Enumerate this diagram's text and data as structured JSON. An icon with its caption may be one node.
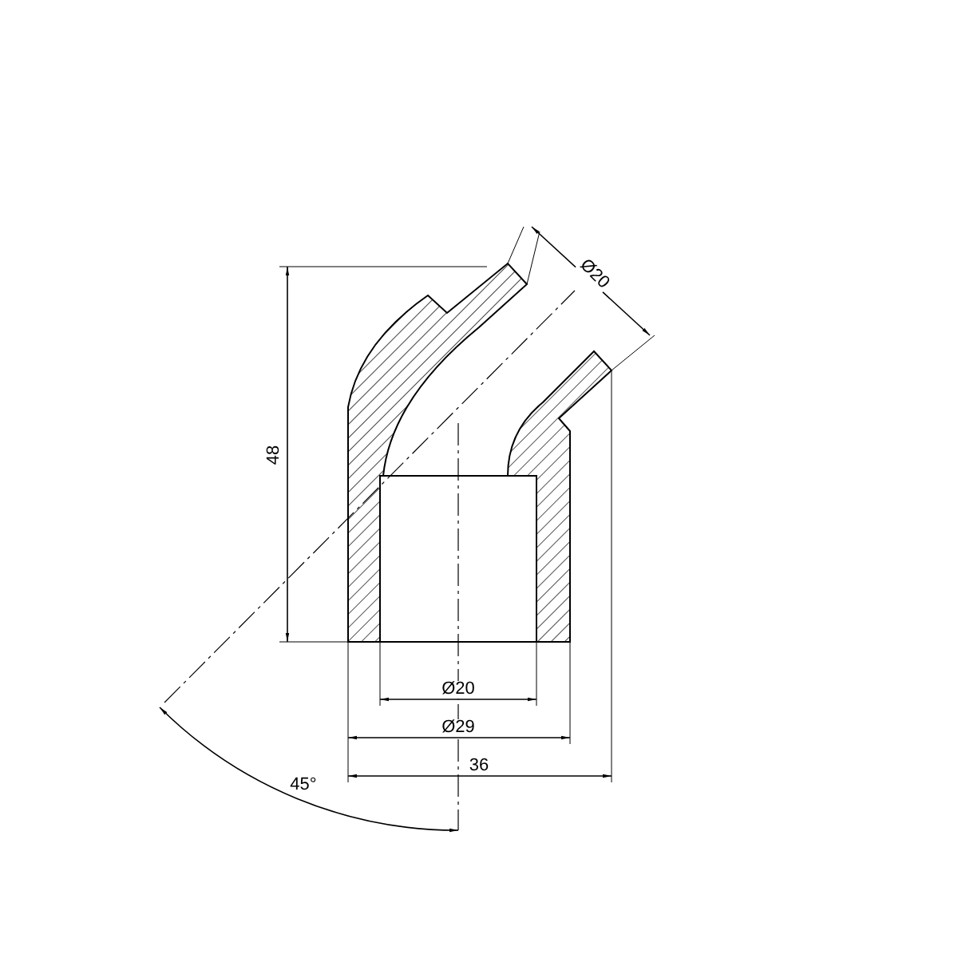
{
  "diagram": {
    "labels": [
      "Ø20",
      "48",
      "Ø20",
      "Ø29",
      "36",
      "45°"
    ]
  }
}
